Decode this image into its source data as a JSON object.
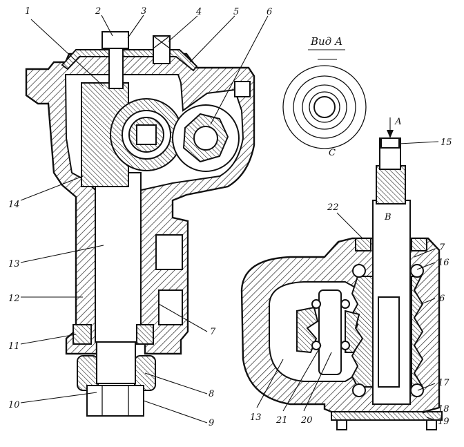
{
  "view_caption": "Вид А",
  "callouts": {
    "c1": "1",
    "c2": "2",
    "c3": "3",
    "c4": "4",
    "c5": "5",
    "c6": "6",
    "c7": "7",
    "c8": "8",
    "c9": "9",
    "c10": "10",
    "c11": "11",
    "c12": "12",
    "c13": "13",
    "c14": "14",
    "c15": "15",
    "c16": "16",
    "c17": "17",
    "c18": "18",
    "c19": "19",
    "c20": "20",
    "c21": "21",
    "c22": "22",
    "r6": "6",
    "r7": "7",
    "r13": "13"
  },
  "letters": {
    "arrow_a": "А",
    "b": "В",
    "c": "С"
  }
}
